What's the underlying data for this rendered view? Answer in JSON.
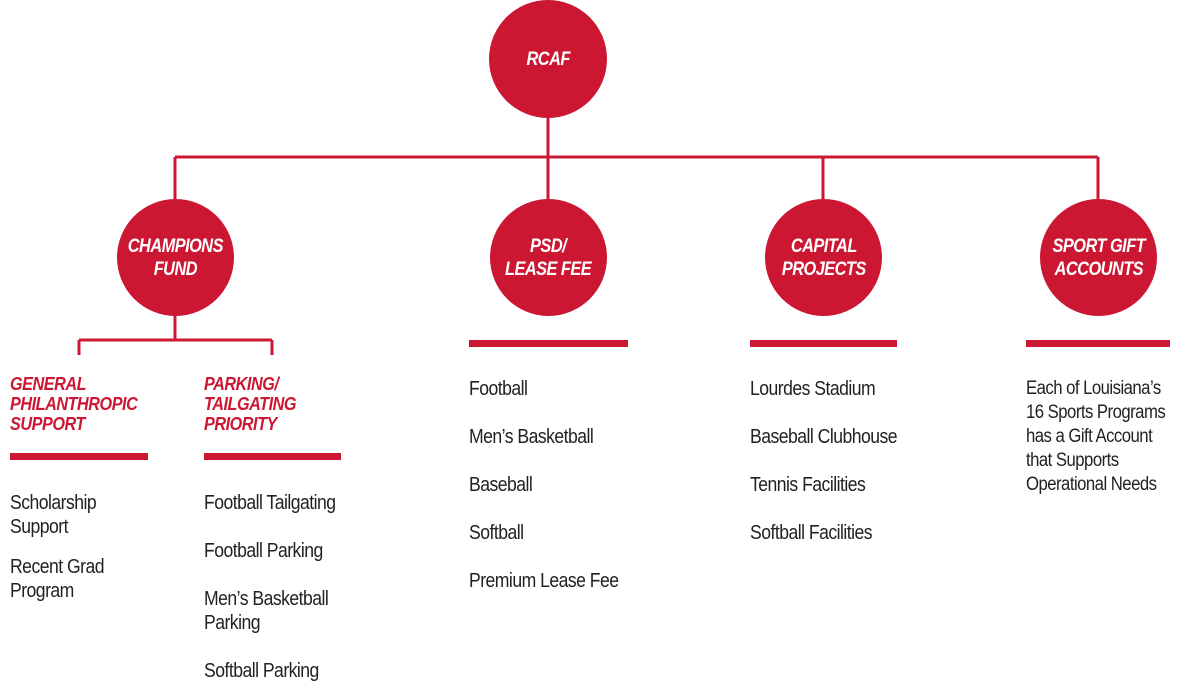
{
  "colors": {
    "accent": "#cc1733",
    "text": "#222222",
    "background": "#ffffff"
  },
  "root": {
    "label": "RCAF"
  },
  "funds": {
    "champions": {
      "label": "CHAMPIONS\nFUND"
    },
    "psd": {
      "label": "PSD/\nLEASE FEE"
    },
    "capital": {
      "label": "CAPITAL\nPROJECTS"
    },
    "sport_gift": {
      "label": "SPORT GIFT\nACCOUNTS"
    }
  },
  "champions_sub": {
    "general": {
      "heading": "GENERAL\nPHILANTHROPIC\nSUPPORT",
      "items": [
        "Scholarship\nSupport",
        "Recent Grad\nProgram"
      ]
    },
    "parking": {
      "heading": "PARKING/\nTAILGATING\nPRIORITY",
      "items": [
        "Football Tailgating",
        "Football Parking",
        "Men’s Basketball\nParking",
        "Softball Parking"
      ]
    }
  },
  "psd_items": [
    "Football",
    "Men’s Basketball",
    "Baseball",
    "Softball",
    "Premium Lease Fee"
  ],
  "capital_items": [
    "Lourdes Stadium",
    "Baseball Clubhouse",
    "Tennis Facilities",
    "Softball Facilities"
  ],
  "sport_gift_description": "Each of Louisiana’s\n16 Sports Programs\nhas a Gift Account\nthat Supports\nOperational Needs"
}
